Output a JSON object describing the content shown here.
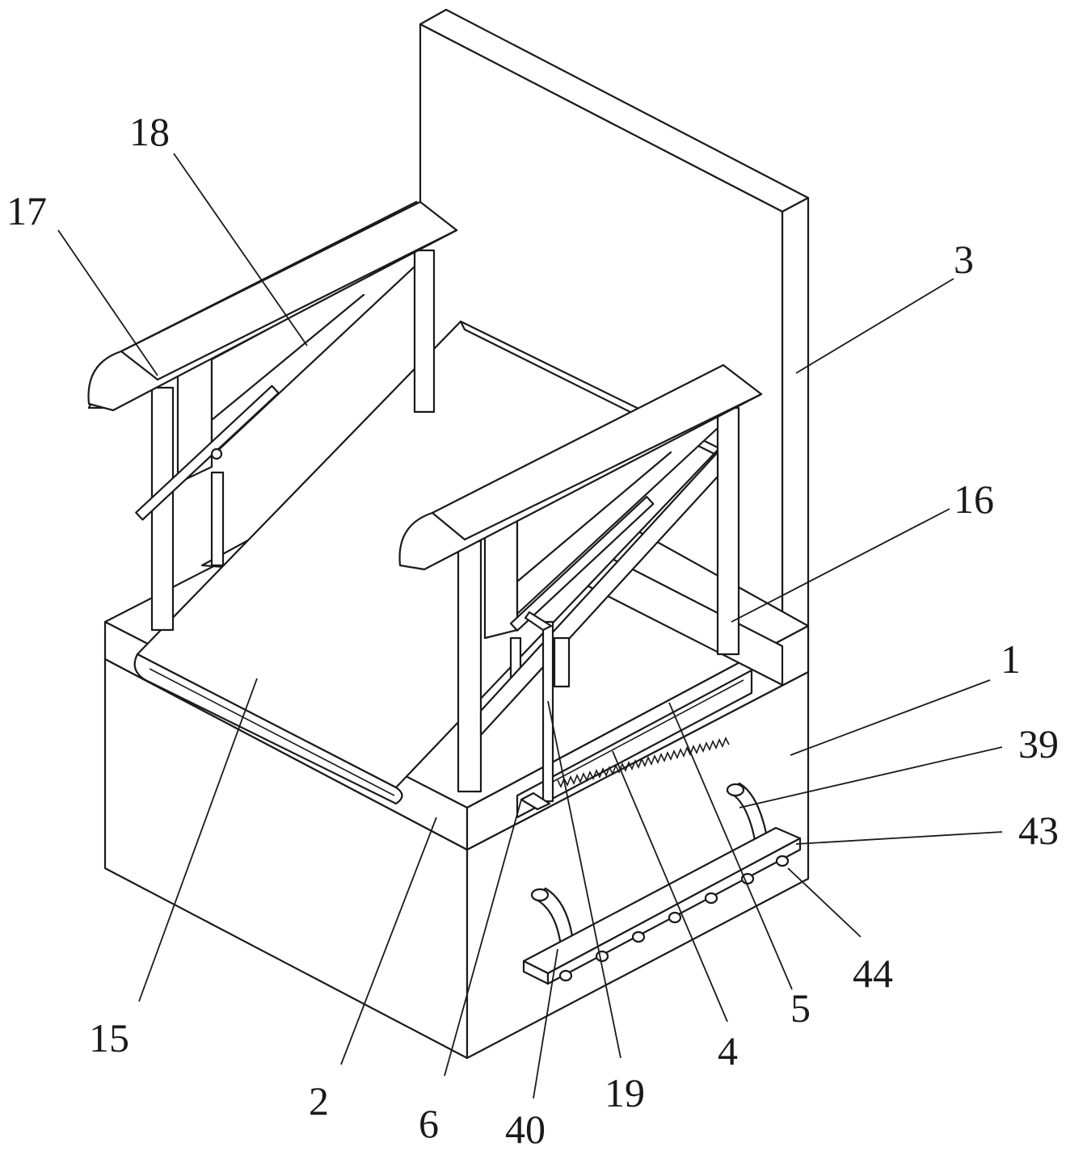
{
  "labels": [
    {
      "id": "17",
      "text": "17"
    },
    {
      "id": "18",
      "text": "18"
    },
    {
      "id": "3",
      "text": "3"
    },
    {
      "id": "16",
      "text": "16"
    },
    {
      "id": "1",
      "text": "1"
    },
    {
      "id": "39",
      "text": "39"
    },
    {
      "id": "43",
      "text": "43"
    },
    {
      "id": "44",
      "text": "44"
    },
    {
      "id": "5",
      "text": "5"
    },
    {
      "id": "4",
      "text": "4"
    },
    {
      "id": "19",
      "text": "19"
    },
    {
      "id": "40",
      "text": "40"
    },
    {
      "id": "6",
      "text": "6"
    },
    {
      "id": "2",
      "text": "2"
    },
    {
      "id": "15",
      "text": "15"
    }
  ]
}
